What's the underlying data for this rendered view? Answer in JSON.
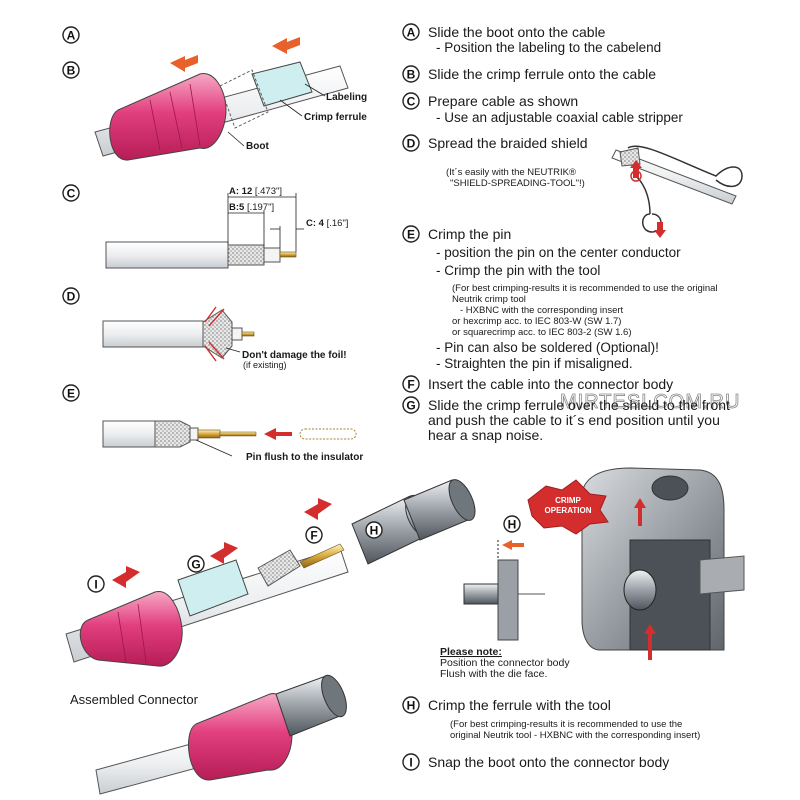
{
  "steps": {
    "A": {
      "badge": "A",
      "title": "Slide the boot onto the cable",
      "sub": "- Position the labeling to the cabelend"
    },
    "B": {
      "badge": "B",
      "title": "Slide the crimp ferrule onto the cable"
    },
    "C": {
      "badge": "C",
      "title": "Prepare cable as shown",
      "sub": "- Use an adjustable coaxial cable stripper"
    },
    "D": {
      "badge": "D",
      "title": "Spread the braided shield",
      "note1": "(It´s easily with the NEUTRIK®",
      "note2": "\"SHIELD-SPREADING-TOOL\"!)"
    },
    "E": {
      "badge": "E",
      "title": "Crimp the pin",
      "bullet1": "- position the pin on the center conductor",
      "bullet2": "- Crimp the pin with the tool",
      "fine": [
        "(For best crimping-results it is recommended to use the original",
        "Neutrik crimp tool",
        "- HXBNC with the corresponding insert",
        "or hexcrimp acc. to IEC 803-W (SW 1.7)",
        "or squarecrimp acc. to IEC 803-2 (SW 1.6)"
      ],
      "bullet3": "- Pin can also be soldered (Optional)!",
      "bullet4": "- Straighten the pin if misaligned."
    },
    "F": {
      "badge": "F",
      "title": "Insert the cable into the connector body"
    },
    "G": {
      "badge": "G",
      "line1": "Slide the crimp ferrule over the shield to the front",
      "line2": "and push the cable to it´s end position until you",
      "line3": "hear a snap noise."
    },
    "H": {
      "badge": "H",
      "title": "Crimp the ferrule with the tool",
      "fine1": "(For best crimping-results it is recommended to use the",
      "fine2": "original Neutrik tool - HXBNC with the corresponding insert)"
    },
    "I": {
      "badge": "I",
      "title": "Snap the boot onto the connector body"
    }
  },
  "diagram": {
    "labeling": "Labeling",
    "crimp_ferrule": "Crimp ferrule",
    "boot": "Boot",
    "dim_a_label": "A: 12",
    "dim_a_imp": "[.473\"]",
    "dim_b_label": "B:5",
    "dim_b_imp": "[.197\"]",
    "dim_c_label": "C: 4",
    "dim_c_imp": "[.16\"]",
    "foil_warning": "Don't damage the foil!",
    "foil_note": "(if existing)",
    "pin_flush": "Pin flush to the insulator",
    "crimp_operation_1": "CRIMP",
    "crimp_operation_2": "OPERATION",
    "please_note": "Please note:",
    "note_line1": "Position the connector body",
    "note_line2": "Flush with the die face.",
    "assembled": "Assembled Connector"
  },
  "watermark": "MIRTESLCOM.RU",
  "colors": {
    "boot": "#e23f7e",
    "ferrule": "#cfeeef",
    "arrow": "#e8602a",
    "red": "#d42d2d",
    "metal": "#9aa0a6"
  }
}
